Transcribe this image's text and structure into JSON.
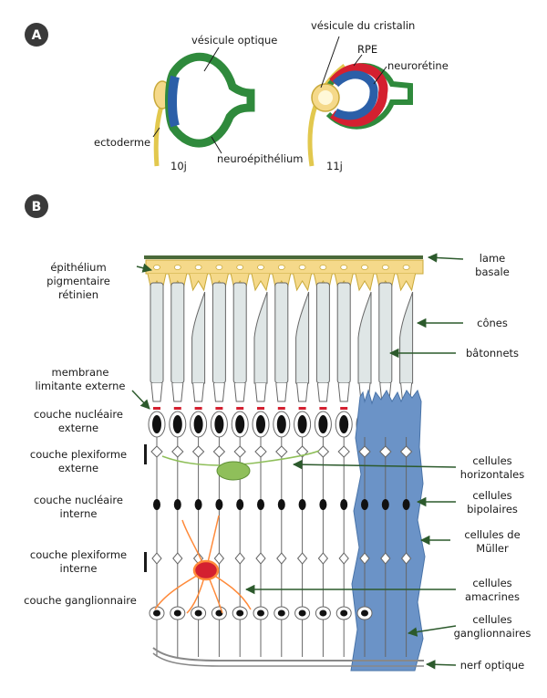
{
  "panels": {
    "a": "A",
    "b": "B"
  },
  "panel_a": {
    "stage1": {
      "vesicule_optique": "vésicule optique",
      "ectoderme": "ectoderme",
      "neuroepithelium": "neuroépithélium",
      "day": "10j"
    },
    "stage2": {
      "vesicule_cristalin": "vésicule du cristalin",
      "rpe": "RPE",
      "neuroretine": "neurorétine",
      "day": "11j"
    }
  },
  "panel_b": {
    "left_labels": {
      "epithelium_1": "épithélium",
      "epithelium_2": "pigmentaire",
      "epithelium_3": "rétinien",
      "membrane_1": "membrane",
      "membrane_2": "limitante externe",
      "cne_1": "couche nucléaire",
      "cne_2": "externe",
      "cpe_1": "couche plexiforme",
      "cpe_2": "externe",
      "cni_1": "couche nucléaire",
      "cni_2": "interne",
      "cpi_1": "couche plexiforme",
      "cpi_2": "interne",
      "cg": "couche ganglionnaire"
    },
    "right_labels": {
      "lame_1": "lame",
      "lame_2": "basale",
      "cones": "cônes",
      "batonnets": "bâtonnets",
      "horiz_1": "cellules",
      "horiz_2": "horizontales",
      "bip_1": "cellules",
      "bip_2": "bipolaires",
      "muller_1": "cellules de",
      "muller_2": "Müller",
      "ama_1": "cellules",
      "ama_2": "amacrines",
      "gang_1": "cellules",
      "gang_2": "ganglionnaires",
      "nerf": "nerf optique"
    }
  },
  "colors": {
    "panel_bg": "#3a3a3a",
    "ectoderm": "#e2c84e",
    "neuroepithelium": "#2f8a3c",
    "neuroretina": "#2b5fa8",
    "rpe": "#d42030",
    "pigment_epithelium": "#f5d98a",
    "muller": "#6b93c7",
    "horizontal_cell": "#8fbf5a",
    "amacrine_cell": "#ff8a3a",
    "arrow": "#2c5a2c"
  },
  "icons": {
    "arrow": "arrow-icon"
  }
}
